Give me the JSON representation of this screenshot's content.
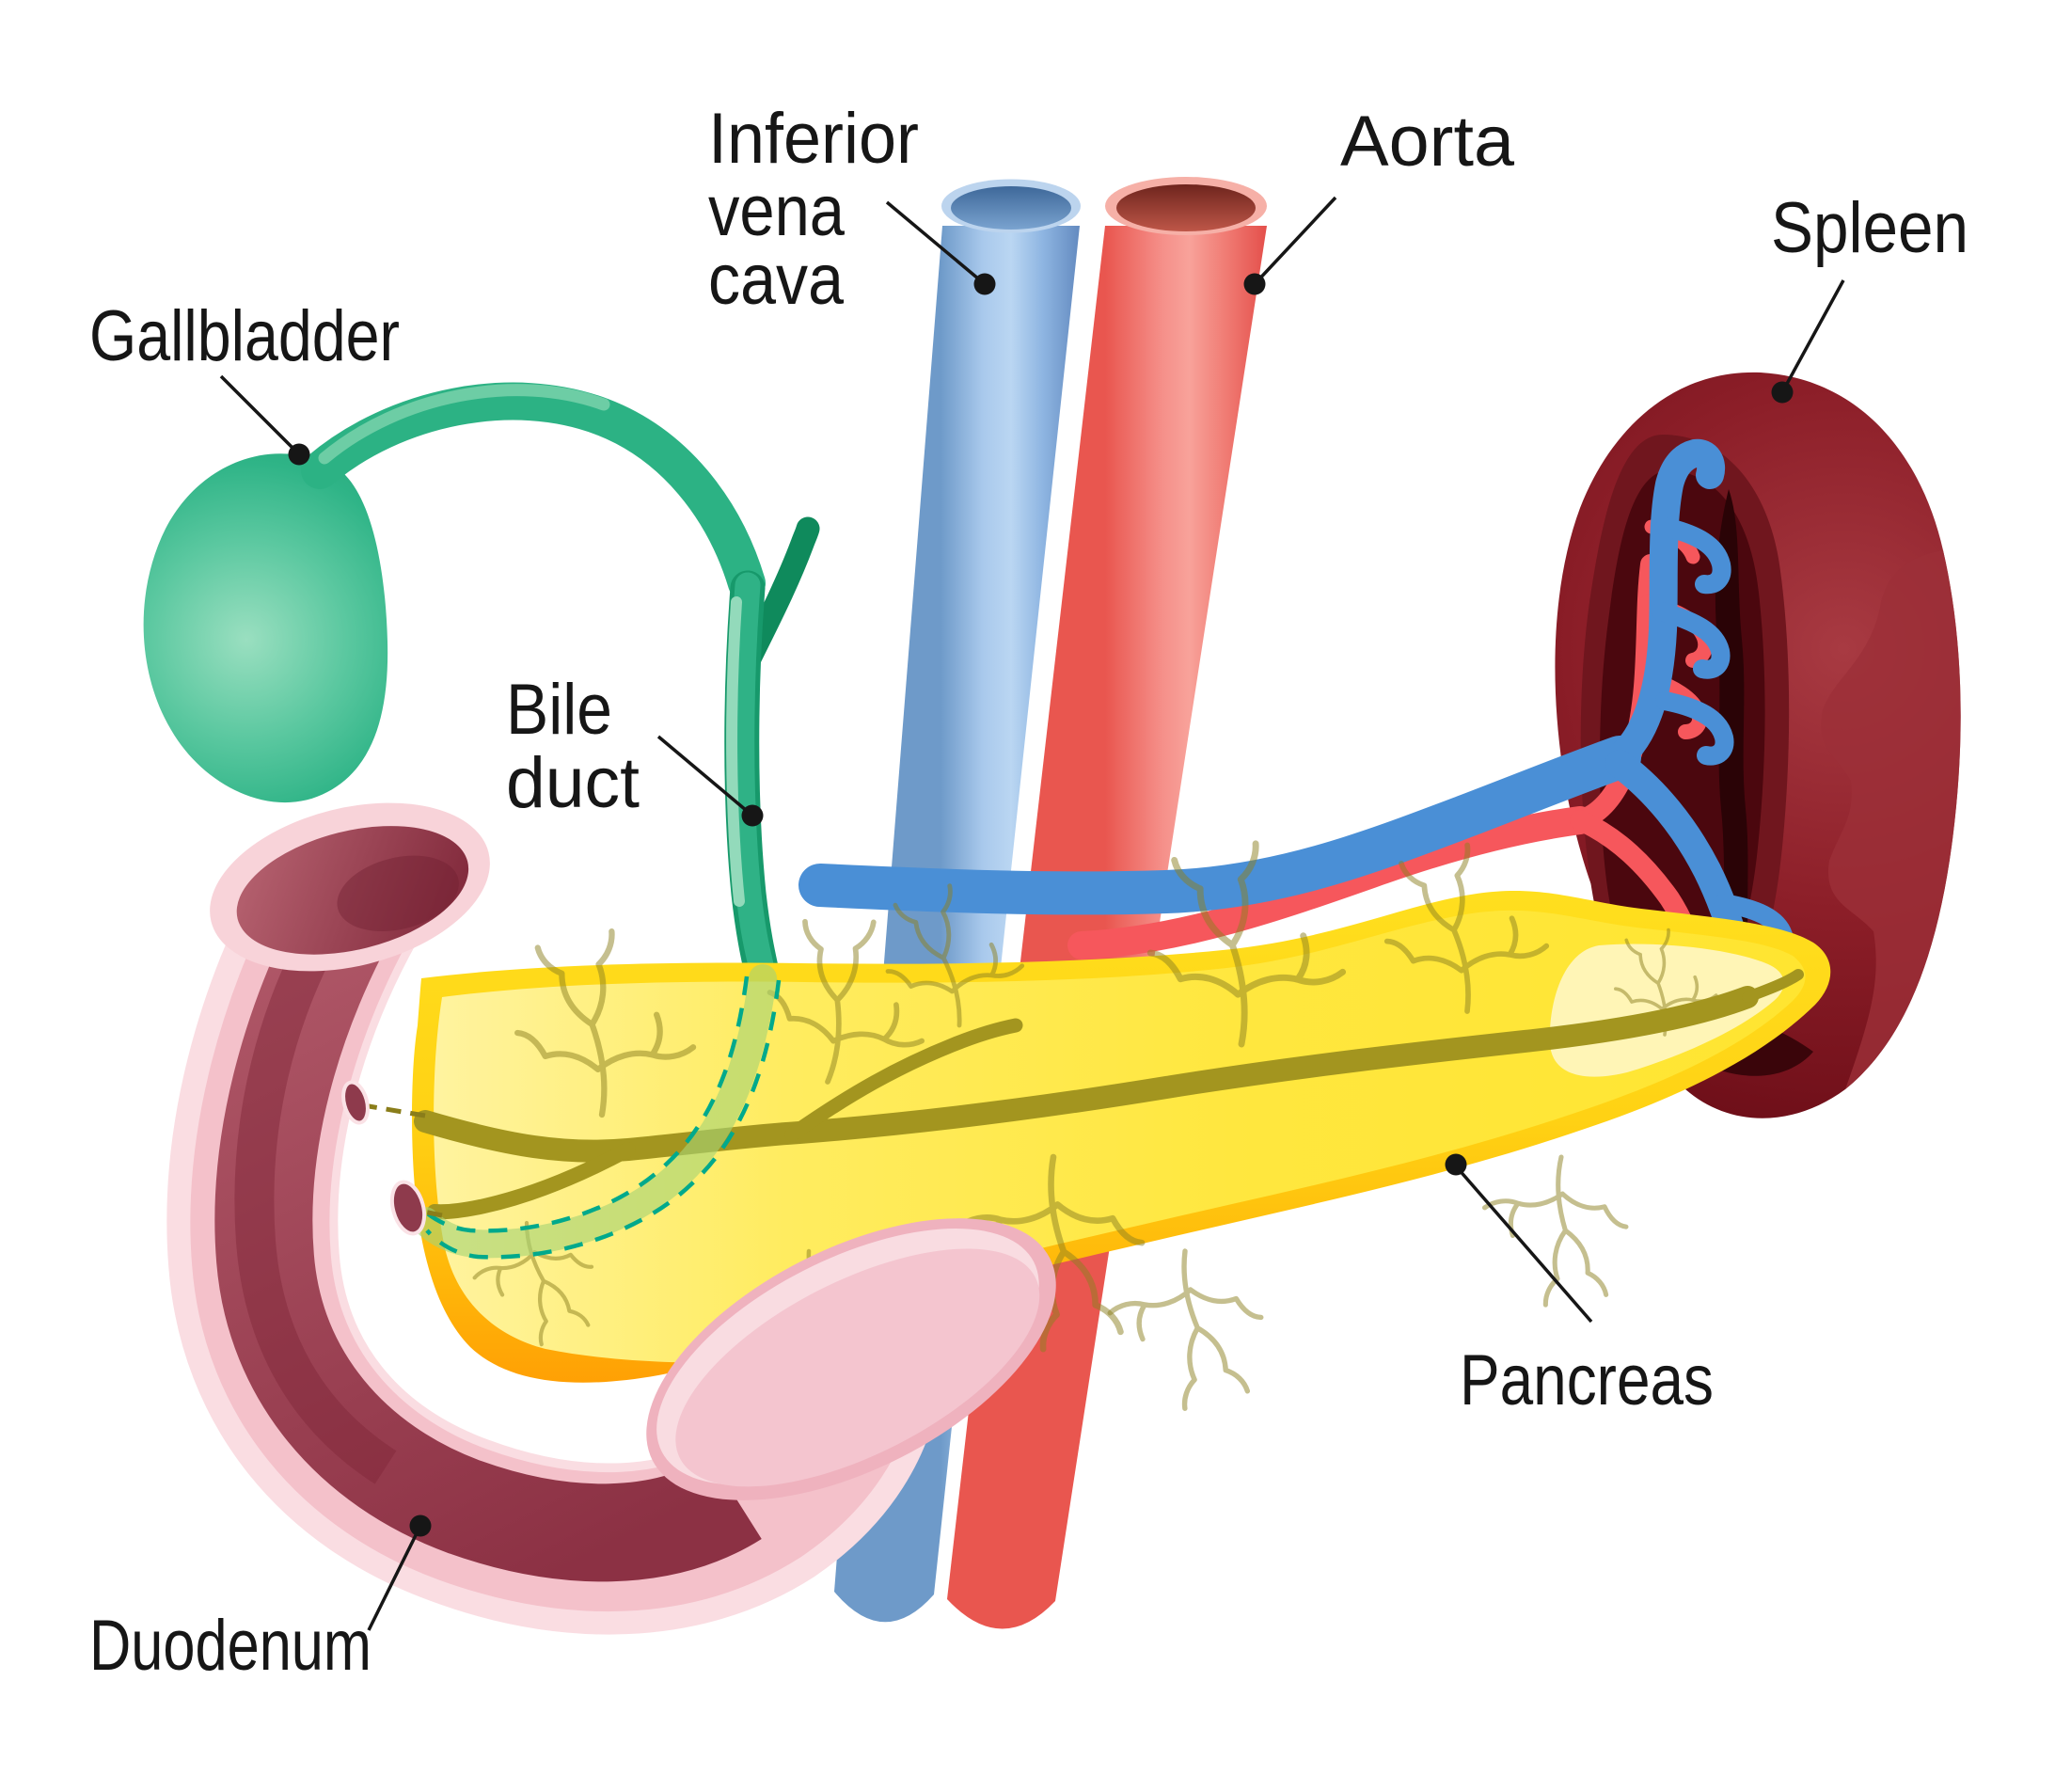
{
  "diagram": {
    "labels": {
      "inferior_vena_cava": {
        "line1": "Inferior",
        "line2": "vena",
        "line3": "cava"
      },
      "aorta": "Aorta",
      "spleen": "Spleen",
      "gallbladder": "Gallbladder",
      "bile_duct": {
        "line1": "Bile",
        "line2": "duct"
      },
      "pancreas": "Pancreas",
      "duodenum": "Duodenum"
    },
    "colors": {
      "background": "#ffffff",
      "label_text": "#161616",
      "pointer_line": "#161616",
      "gallbladder_green": "#2FB286",
      "bile_duct_dark_green": "#17996B",
      "bile_duct_highlight": "#93DABB",
      "intrapancreatic_duct_green": "#A6D374",
      "duct_dash_teal": "#00A98C",
      "pancreas_yellow": "#FFE12B",
      "pancreas_border_orange": "#FFA807",
      "pancreatic_duct_olive": "#A3951F",
      "vena_cava_blue": "#8FB6E2",
      "aorta_red": "#F2635D",
      "splenic_vein_blue": "#4A8FD6",
      "splenic_artery_red": "#F6575C",
      "spleen_maroon": "#8C1E28",
      "spleen_hilum_dark": "#4B070E",
      "duodenum_pink": "#F4C1CA",
      "duodenum_rim_pink": "#FADDE2",
      "duodenum_interior_maroon": "#9E4455"
    }
  }
}
